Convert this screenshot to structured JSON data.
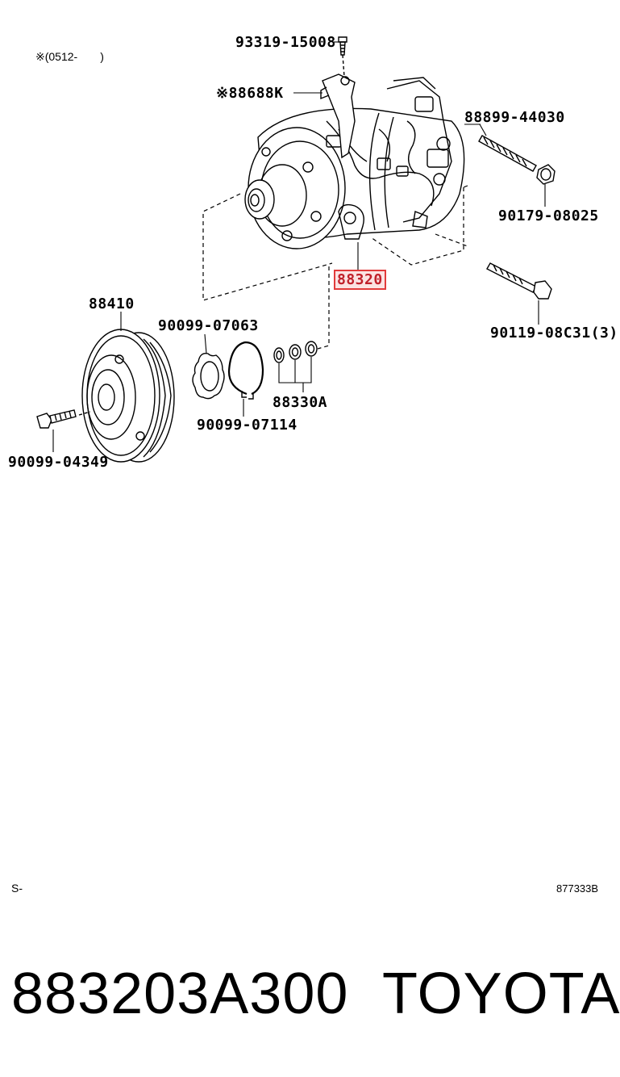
{
  "diagram": {
    "note": "※(0512-　　)",
    "labels": {
      "p93319": "93319-15008",
      "p88688": "※88688K",
      "p88899": "88899-44030",
      "p90179": "90179-08025",
      "p88320": "88320",
      "p90119": "90119-08C31(3)",
      "p88410": "88410",
      "p90099_07063": "90099-07063",
      "p90099_07114": "90099-07114",
      "p88330": "88330A",
      "p90099_04349": "90099-04349"
    },
    "highlight_color": "#e23b3b",
    "corner_left": "S-",
    "corner_right": "877333B"
  },
  "footer": {
    "part_number": "883203A300",
    "brand": "TOYOTA"
  }
}
